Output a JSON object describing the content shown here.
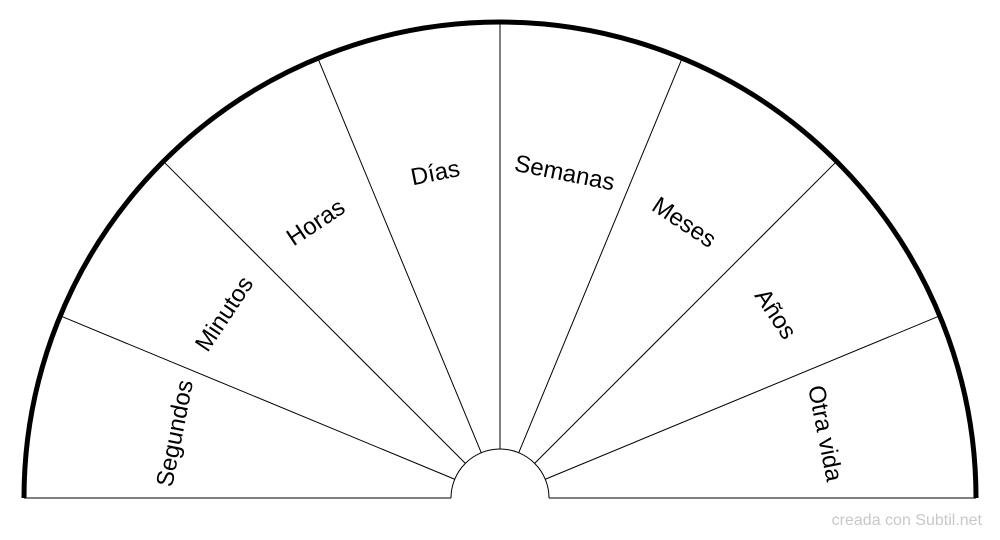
{
  "diagram": {
    "sectors": [
      "Segundos",
      "Minutos",
      "Horas",
      "Días",
      "Semanas",
      "Meses",
      "Años",
      "Otra vida"
    ],
    "credit": "creada con Subtil.net",
    "colors": {
      "stroke": "#000000",
      "background": "#ffffff",
      "credit_text": "#c8c8c8"
    }
  }
}
